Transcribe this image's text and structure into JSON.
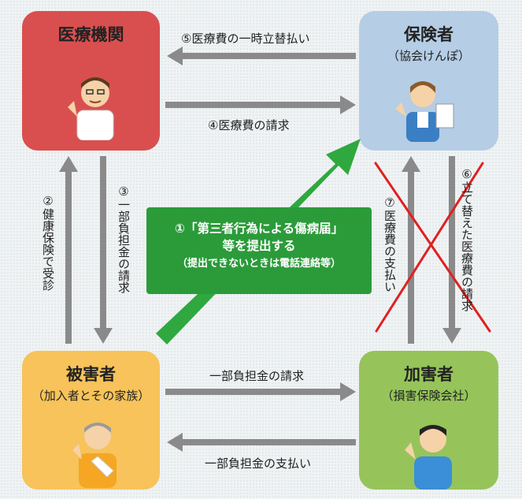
{
  "nodes": {
    "hospital": {
      "title": "医療機関"
    },
    "insurer": {
      "title": "保険者",
      "subtitle": "（協会けんぽ）"
    },
    "victim": {
      "title": "被害者",
      "subtitle": "（加入者とその家族）"
    },
    "perpetrator": {
      "title": "加害者",
      "subtitle": "（損害保険会社）"
    }
  },
  "arrows": {
    "a5": "⑤医療費の一時立替払い",
    "a4": "④医療費の請求",
    "a2": "②健康保険で受診",
    "a3": "③一部負担金の請求",
    "a7": "⑦医療費の支払い",
    "a6": "⑥立て替えた医療費の請求",
    "victim_to_perp": "一部負担金の請求",
    "perp_to_victim": "一部負担金の支払い"
  },
  "notice": {
    "line1": "①「第三者行為による傷病届」",
    "line2": "等を提出する",
    "line3": "（提出できないときは電話連絡等）"
  },
  "colors": {
    "hospital": "#d94f4f",
    "insurer": "#b5cde5",
    "victim": "#f7c35a",
    "perpetrator": "#96c45a",
    "arrow_gray": "#8a8a8a",
    "notice_green": "#2b9b3a",
    "cross_red": "#e02020"
  }
}
